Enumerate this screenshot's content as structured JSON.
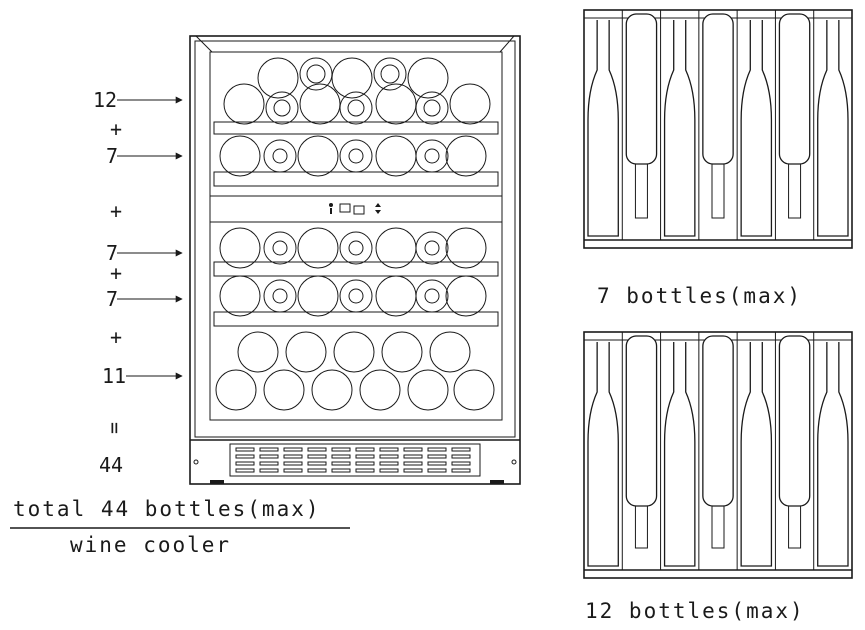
{
  "left_counts": {
    "shelf_1": "12",
    "plus_1": "+",
    "shelf_2": "7",
    "plus_2": "+",
    "shelf_3": "7",
    "plus_3": "+",
    "shelf_4": "7",
    "plus_4": "+",
    "shelf_5": "11",
    "equals": "=",
    "total_value": "44"
  },
  "captions": {
    "total": "total 44 bottles(max)",
    "product": "wine cooler",
    "top_shelf": "7 bottles(max)",
    "bottom_shelf": "12 bottles(max)"
  },
  "colors": {
    "line": "#1a1a1a",
    "background": "#ffffff"
  }
}
